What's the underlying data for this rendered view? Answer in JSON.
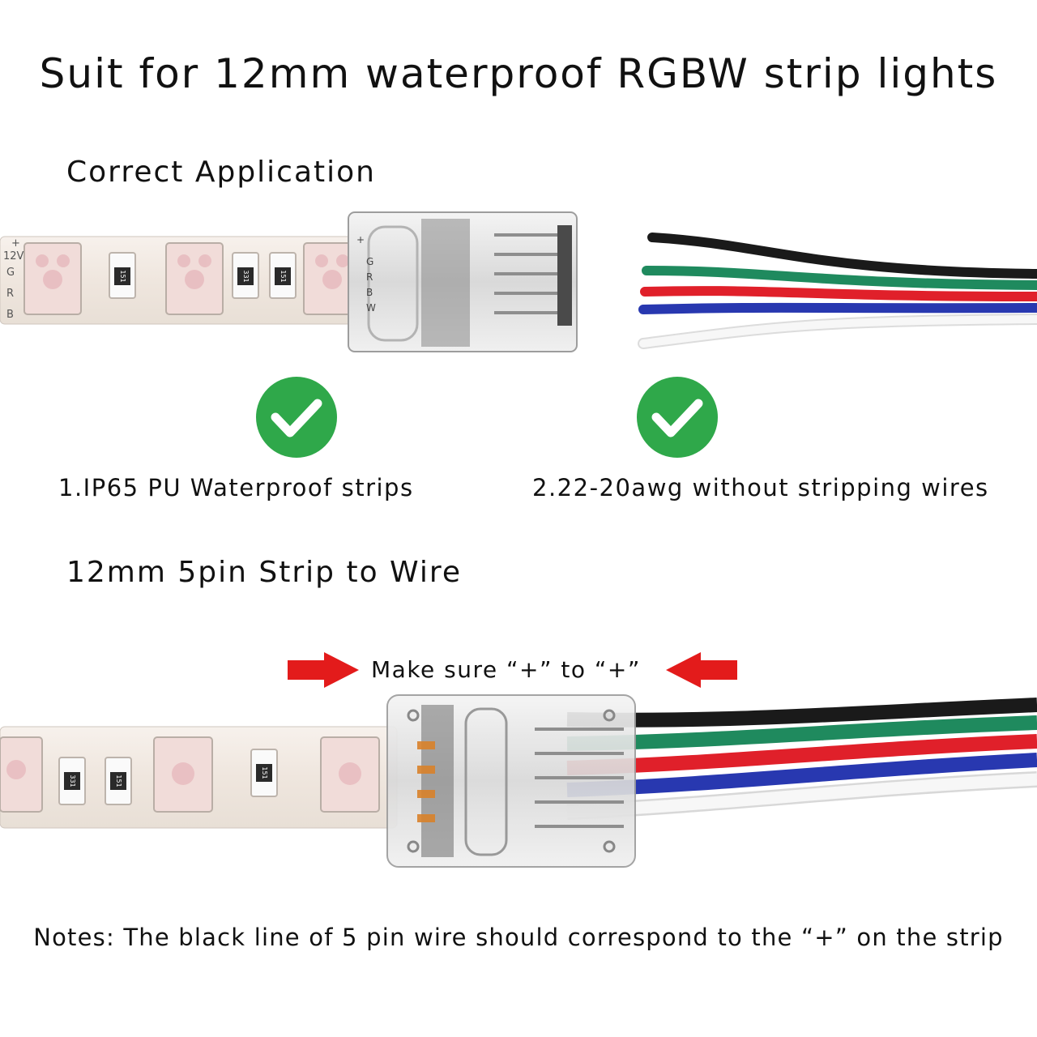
{
  "title": "Suit for 12mm waterproof RGBW strip lights",
  "section1": {
    "heading": "Correct Application",
    "strip_label_plus": "+",
    "strip_label_12v": "12V",
    "strip_labels_left": [
      "G",
      "R",
      "B"
    ],
    "strip_labels_right": [
      "+",
      "G",
      "R",
      "B",
      "W"
    ],
    "resistor_labels": [
      "151",
      "331",
      "151"
    ],
    "feature1": "1.IP65 PU Waterproof strips",
    "feature2": "2.22-20awg without stripping wires"
  },
  "section2": {
    "heading": "12mm 5pin Strip to Wire",
    "callout": "Make sure “+” to “+”",
    "resistor_labels": [
      "331",
      "151",
      "151"
    ]
  },
  "note": "Notes: The black line of 5 pin wire should correspond to the “+” on the strip",
  "colors": {
    "check_green": "#2fa84a",
    "arrow_red": "#e31b1b",
    "wire_black": "#1a1a1a",
    "wire_green": "#1f8a5e",
    "wire_red": "#e0202a",
    "wire_blue": "#2838b0",
    "wire_white": "#f2f2f2"
  },
  "icons": [
    "check-circle-icon",
    "arrow-right-icon",
    "arrow-left-icon"
  ]
}
